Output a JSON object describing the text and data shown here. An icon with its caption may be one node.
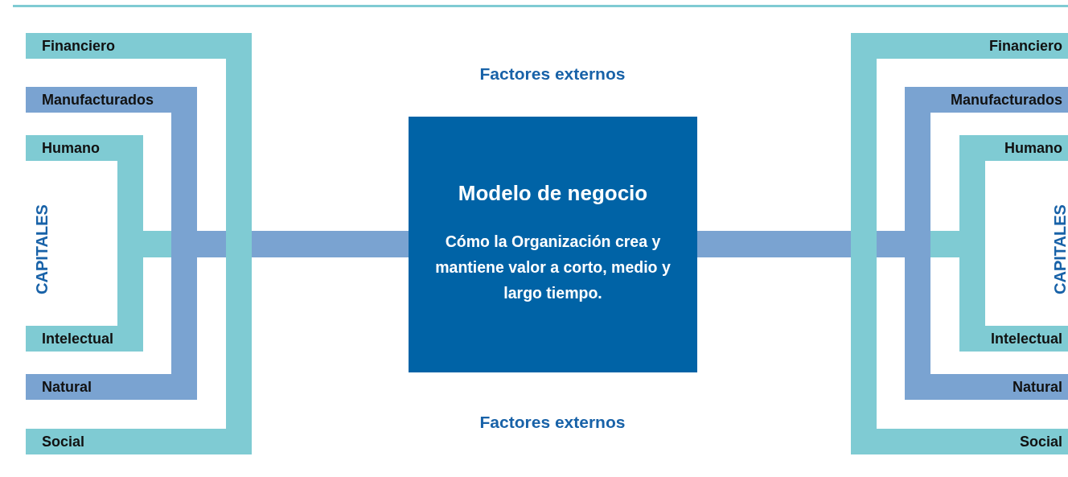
{
  "diagram": {
    "nodes": [
      {
        "text": [
          "Financiero",
          "Social"
        ]
      },
      {
        "text": [
          "Manufacturados",
          "Natural"
        ]
      },
      {
        "text": [
          "Humano",
          "Intelectual"
        ]
      },
      {
        "text": [
          "Modelo de negocio",
          "Cómo la Organización crea y mantiene valor a corto, medio y largo tiempo."
        ]
      },
      {
        "text": [
          "Financiero",
          "Social"
        ]
      },
      {
        "text": [
          "Manufacturados",
          "Natural"
        ]
      },
      {
        "text": [
          "Humano",
          "Intelectual"
        ]
      }
    ],
    "edges": [
      {
        "from": 2,
        "to": 1,
        "arrow": "none",
        "color": "#7fcbd3"
      },
      {
        "from": 1,
        "to": 0,
        "arrow": "none"
      },
      {
        "from": 0,
        "to": 3,
        "arrow": "none"
      },
      {
        "from": 3,
        "to": 4,
        "arrow": "none"
      },
      {
        "from": 4,
        "to": 5,
        "arrow": "none"
      },
      {
        "from": 5,
        "to": 6,
        "arrow": "none",
        "color": "#7fcbd3"
      }
    ],
    "labels": [
      "Factores externos",
      "CAPITALES",
      "CAPITALES",
      "Factores externos"
    ]
  }
}
